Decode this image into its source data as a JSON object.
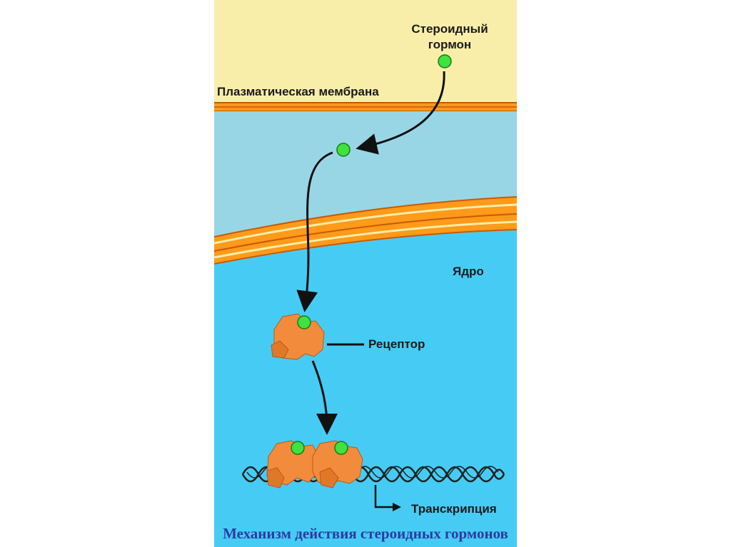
{
  "labels": {
    "hormone": "Стероидный гормон",
    "plasma_membrane": "Плазматическая мембрана",
    "nucleus": "Ядро",
    "receptor": "Рецептор",
    "transcription": "Транскрипция"
  },
  "title": "Механизм действия стероидных гормонов",
  "colors": {
    "extracellular": "#f8eeaa",
    "cytoplasm": "#98d6e6",
    "nucleoplasm": "#46ccf4",
    "membrane": "#ff9a1a",
    "membrane_line": "#c85a00",
    "hormone": "#3fe23f",
    "receptor": "#f28c3c",
    "dna": "#222222",
    "title": "#2b3aa3"
  }
}
